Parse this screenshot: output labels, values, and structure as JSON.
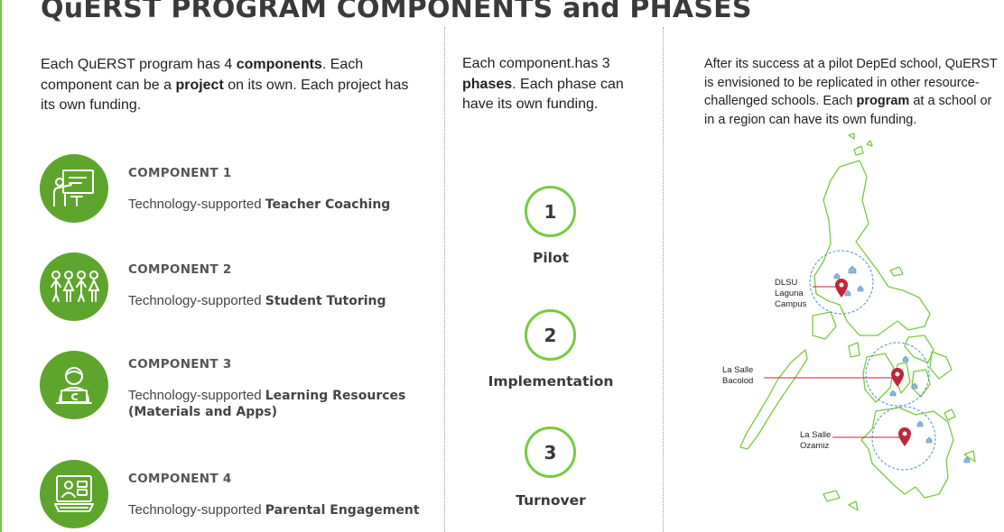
{
  "title": "QuERST PROGRAM COMPONENTS and PHASES",
  "intro": {
    "components": {
      "pre": "Each QuERST program has 4 ",
      "b1": "components",
      "mid1": ". Each component can be a ",
      "b2": "project",
      "post": " on its own. Each project has its own funding."
    },
    "phases": {
      "pre": "Each component.has 3 ",
      "b1": "phases",
      "post": ". Each phase can have its own funding."
    },
    "replication": {
      "pre": "After its success at a pilot DepEd school, QuERST is envisioned to be replicated in other resource-challenged schools. Each ",
      "b1": "program",
      "post": " at a school or in a region can have its own funding."
    }
  },
  "components": [
    {
      "heading": "COMPONENT 1",
      "prefix": "Technology-supported ",
      "bold": "Teacher Coaching",
      "icon": "teacher-board-icon"
    },
    {
      "heading": "COMPONENT 2",
      "prefix": "Technology-supported ",
      "bold": "Student Tutoring",
      "icon": "student-group-icon"
    },
    {
      "heading": "COMPONENT 3",
      "prefix": "Technology-supported ",
      "bold": "Learning Resources (Materials and Apps)",
      "icon": "student-laptop-icon"
    },
    {
      "heading": "COMPONENT 4",
      "prefix": "Technology-supported ",
      "bold": "Parental Engagement",
      "icon": "video-call-icon"
    }
  ],
  "phases": [
    {
      "number": "1",
      "label": "Pilot"
    },
    {
      "number": "2",
      "label": "Implementation"
    },
    {
      "number": "3",
      "label": "Turnover"
    }
  ],
  "map": {
    "sites": [
      {
        "line1": "DLSU",
        "line2": "Laguna",
        "line3": "Campus"
      },
      {
        "line1": "La Salle",
        "line2": "Bacolod"
      },
      {
        "line1": "La Salle",
        "line2": "Ozamiz"
      }
    ]
  },
  "colors": {
    "accent_green": "#5ea52e",
    "outline_green": "#7ac943",
    "pin_red": "#c0263b",
    "circle_blue": "#4a90c8"
  }
}
